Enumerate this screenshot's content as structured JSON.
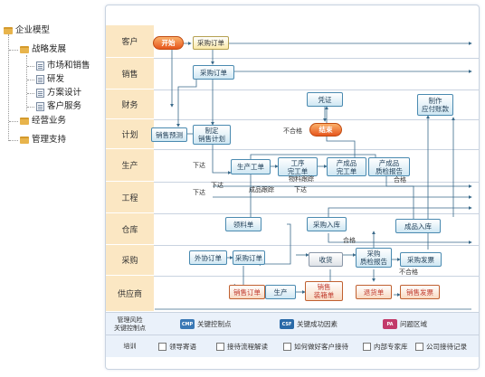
{
  "tree": {
    "root": "企业模型",
    "items": [
      {
        "label": "战略发展",
        "children": [
          "市场和销售",
          "研发",
          "方案设计",
          "客户服务"
        ]
      },
      {
        "label": "经营业务",
        "children": []
      },
      {
        "label": "管理支持",
        "children": []
      }
    ]
  },
  "lanes": [
    "客户",
    "销售",
    "财务",
    "计划",
    "生产",
    "工程",
    "仓库",
    "采购",
    "供应商"
  ],
  "nodes": {
    "start": "开始",
    "cust_po": "采购订单",
    "sales_order": "采购订单",
    "voucher": "凭证",
    "end": "结束",
    "make_pay": "制作\n应付账款",
    "sales_forecast": "销售预测",
    "make_plan": "制定\n销售计划",
    "prod_order": "生产工单",
    "work_done": "工序\n完工单",
    "finished_done": "产成品\n完工单",
    "finished_qc": "产成品\n质检报告",
    "pick_list": "领料单",
    "purchase_in": "采购入库",
    "finished_in": "成品入库",
    "outsource_order": "外协订单",
    "purchase_order": "采购订单",
    "receive": "收货",
    "purchase_qc": "采购\n质检报告",
    "purchase_invoice": "采购发票",
    "sup_sales_order": "销售订单",
    "sup_produce": "生产",
    "sup_ship": "销售\n装箱单",
    "sup_return": "退货单",
    "sup_invoice": "销售发票"
  },
  "labels": {
    "unqualified1": "不合格",
    "dispatch1": "下达",
    "dispatch2": "下达",
    "dispatch3": "下达",
    "dispatch4": "下达",
    "track1": "成品跟踪",
    "track2": "物料跟踪",
    "qualified1": "合格",
    "qualified2": "合格",
    "unqualified2": "不合格"
  },
  "legend": {
    "row1_lane": "管理风险\n关键控制点",
    "cmp": {
      "badge": "CMP",
      "text": "关键控制点",
      "color": "#3a78b5"
    },
    "csf": {
      "badge": "CSF",
      "text": "关键成功因素",
      "color": "#2a6aa8"
    },
    "pa": {
      "badge": "PA",
      "text": "问题区域",
      "color": "#c23a6a"
    },
    "row2_lane": "培训",
    "training": [
      "领导寄语",
      "接待流程解读",
      "如何做好客户接待",
      "内部专家库",
      "公司接待记录"
    ]
  }
}
